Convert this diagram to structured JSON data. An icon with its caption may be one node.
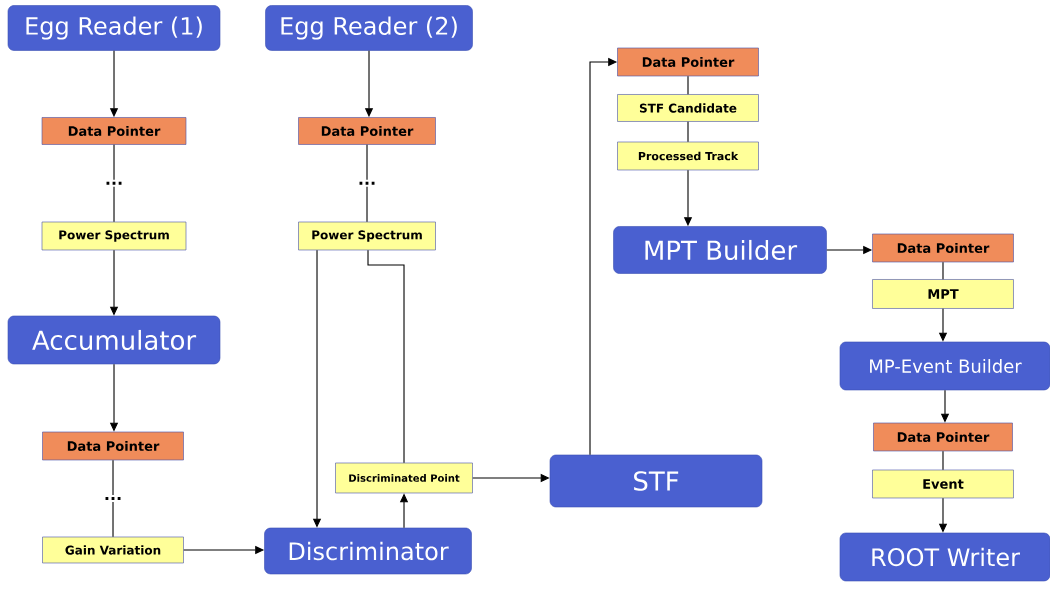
{
  "diagram": {
    "nodes": [
      {
        "text": [
          "Egg Reader (1)"
        ]
      },
      {
        "text": [
          "Egg Reader (2)"
        ]
      },
      {
        "text": [
          "Data Pointer"
        ]
      },
      {
        "text": [
          "Power Spectrum"
        ]
      },
      {
        "text": [
          "Accumulator"
        ]
      },
      {
        "text": [
          "Data Pointer"
        ]
      },
      {
        "text": [
          "Gain Variation"
        ]
      },
      {
        "text": [
          "Data Pointer"
        ]
      },
      {
        "text": [
          "Power Spectrum"
        ]
      },
      {
        "text": [
          "Discriminated Point"
        ]
      },
      {
        "text": [
          "Discriminator"
        ]
      },
      {
        "text": [
          "STF"
        ]
      },
      {
        "text": [
          "Data Pointer"
        ]
      },
      {
        "text": [
          "STF Candidate"
        ]
      },
      {
        "text": [
          "Processed Track"
        ]
      },
      {
        "text": [
          "MPT Builder"
        ]
      },
      {
        "text": [
          "Data Pointer"
        ]
      },
      {
        "text": [
          "MPT"
        ]
      },
      {
        "text": [
          "MP-Event Builder"
        ]
      },
      {
        "text": [
          "Data Pointer"
        ]
      },
      {
        "text": [
          "Event"
        ]
      },
      {
        "text": [
          "ROOT Writer"
        ]
      }
    ],
    "edges": [
      {
        "from": 0,
        "to": 2,
        "arrow": "to"
      },
      {
        "from": 2,
        "to": 3,
        "arrow": "none",
        "label": "..."
      },
      {
        "from": 3,
        "to": 4,
        "arrow": "to"
      },
      {
        "from": 4,
        "to": 5,
        "arrow": "to"
      },
      {
        "from": 5,
        "to": 6,
        "arrow": "none",
        "label": "..."
      },
      {
        "from": 6,
        "to": 10,
        "arrow": "to"
      },
      {
        "from": 1,
        "to": 7,
        "arrow": "to"
      },
      {
        "from": 7,
        "to": 8,
        "arrow": "none",
        "label": "..."
      },
      {
        "from": 8,
        "to": 10,
        "arrow": "to"
      },
      {
        "from": 10,
        "to": 9,
        "arrow": "to"
      },
      {
        "from": 9,
        "to": 8,
        "arrow": "none"
      },
      {
        "from": 9,
        "to": 11,
        "arrow": "to"
      },
      {
        "from": 11,
        "to": 12,
        "arrow": "to"
      },
      {
        "from": 12,
        "to": 13,
        "arrow": "none"
      },
      {
        "from": 13,
        "to": 14,
        "arrow": "none"
      },
      {
        "from": 14,
        "to": 15,
        "arrow": "to"
      },
      {
        "from": 15,
        "to": 16,
        "arrow": "to"
      },
      {
        "from": 16,
        "to": 17,
        "arrow": "none"
      },
      {
        "from": 17,
        "to": 18,
        "arrow": "to"
      },
      {
        "from": 18,
        "to": 19,
        "arrow": "to"
      },
      {
        "from": 19,
        "to": 20,
        "arrow": "none"
      },
      {
        "from": 20,
        "to": 21,
        "arrow": "to"
      }
    ]
  }
}
